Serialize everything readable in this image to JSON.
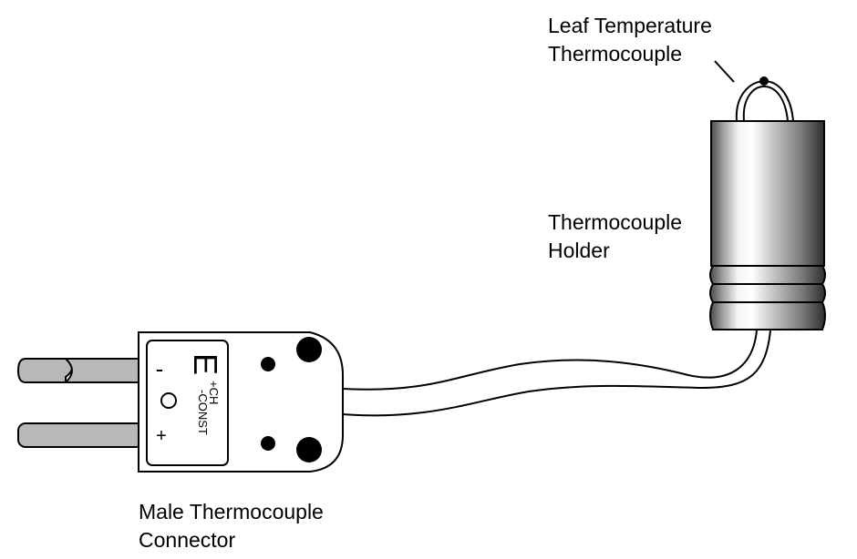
{
  "labels": {
    "leaf_thermocouple": [
      "Leaf Temperature",
      "Thermocouple"
    ],
    "holder": [
      "Thermocouple",
      "Holder"
    ],
    "connector": [
      "Male Thermocouple",
      "Connector"
    ]
  },
  "plug": {
    "type_letter": "E",
    "wire_positive": "+CH",
    "wire_negative": "-CONST",
    "pin_minus": "-",
    "pin_plus": "+"
  },
  "colors": {
    "stroke": "#000000",
    "pin_fill": "#b8b8b8",
    "body_fill": "#ffffff",
    "holder_highlight": "#ffffff",
    "holder_shadow": "#3a3a3a"
  }
}
